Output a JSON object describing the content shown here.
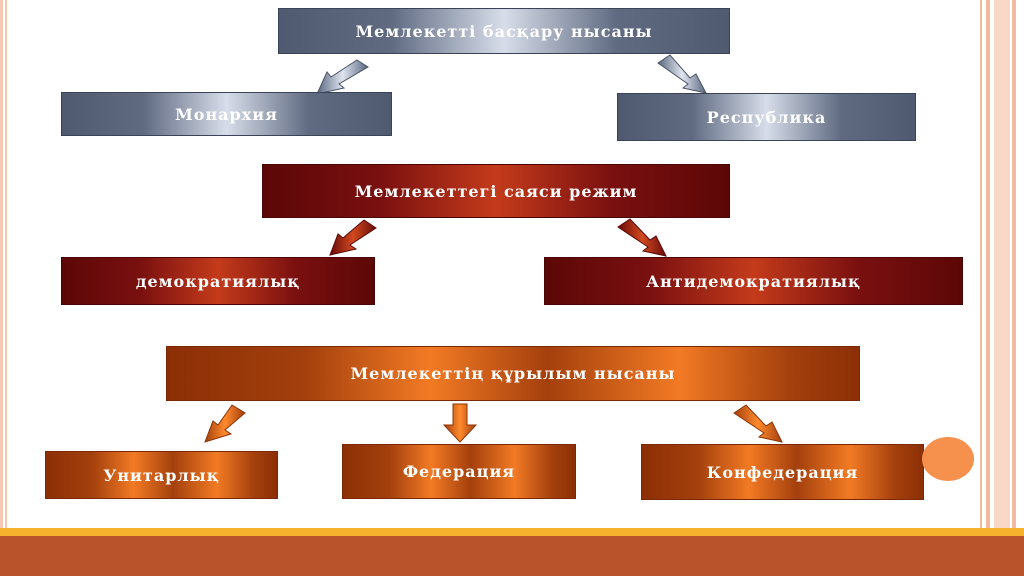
{
  "rows": [
    {
      "header": "Мемлекетті басқару нысаны",
      "items": [
        "Монархия",
        "Республика"
      ]
    },
    {
      "header": "Мемлекеттегі саяси режим",
      "items": [
        "демократиялық",
        "Антидемократиялық"
      ]
    },
    {
      "header": "Мемлекеттің құрылым нысаны",
      "items": [
        "Унитарлық",
        "Федерация",
        "Конфедерация"
      ]
    }
  ],
  "colors": {
    "row1": "#586379",
    "row2": "#6e0c0c",
    "row3": "#a23f0c",
    "footer": "#b9532b",
    "footer_line": "#f6b22c",
    "accent_circle": "#f6904d"
  }
}
